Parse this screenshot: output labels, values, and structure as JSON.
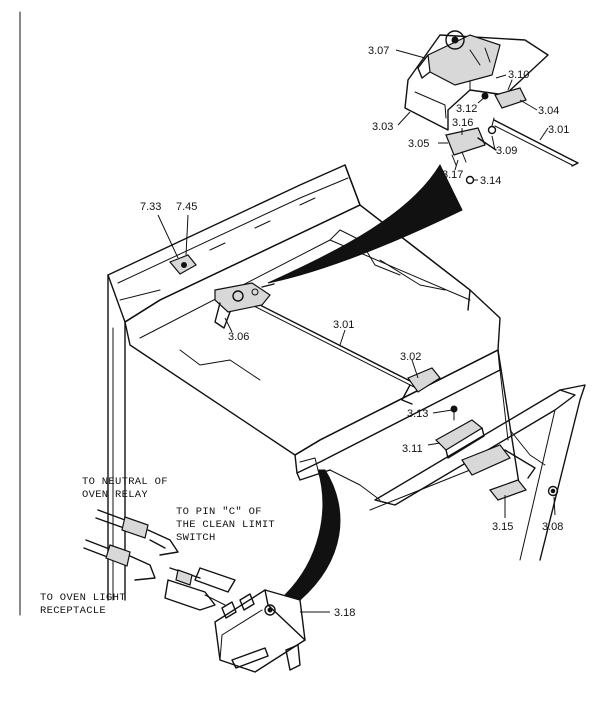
{
  "callouts": {
    "c307": "3.07",
    "c310": "3.10",
    "c312": "3.12",
    "c304": "3.04",
    "c303": "3.03",
    "c316": "3.16",
    "c301_top": "3.01",
    "c305": "3.05",
    "c309": "3.09",
    "c317": "3.17",
    "c314": "3.14",
    "c733": "7.33",
    "c745": "7.45",
    "c306": "3.06",
    "c301_mid": "3.01",
    "c302": "3.02",
    "c313": "3.13",
    "c311": "3.11",
    "c315": "3.15",
    "c308": "3.08",
    "c318": "3.18"
  },
  "notes": {
    "neutral_line1": "TO NEUTRAL OF",
    "neutral_line2": "OVEN RELAY",
    "pinc_line1": "TO PIN \"C\" OF",
    "pinc_line2": "THE CLEAN LIMIT",
    "pinc_line3": "SWITCH",
    "light_line1": "TO OVEN LIGHT",
    "light_line2": "RECEPTACLE"
  }
}
